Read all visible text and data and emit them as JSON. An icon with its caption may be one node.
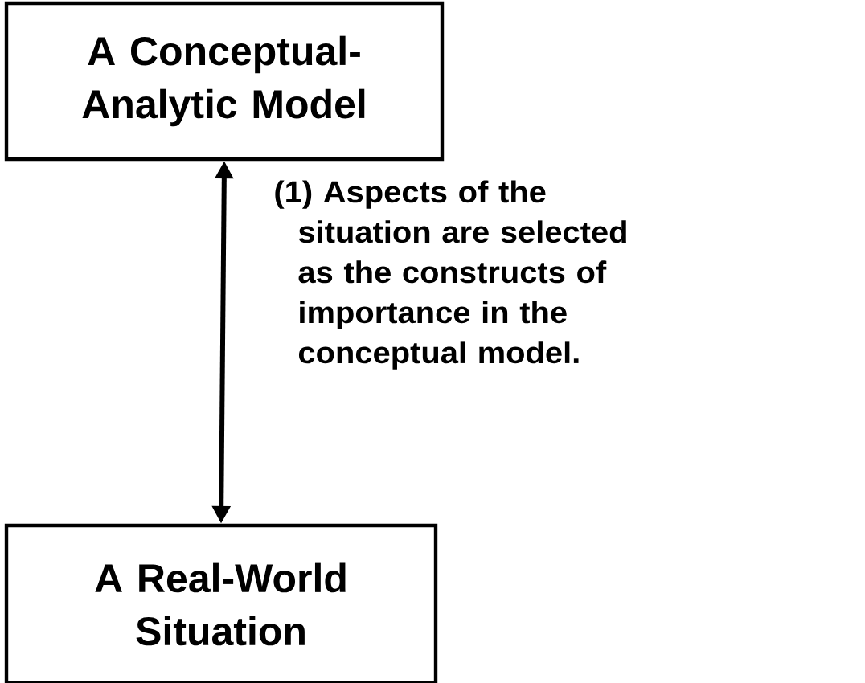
{
  "diagram": {
    "nodes": [
      {
        "text": [
          "A Conceptual-Analytic Model"
        ]
      },
      {
        "text": [
          "A Real-World Situation"
        ]
      }
    ],
    "edges": [
      {
        "from": 1,
        "to": 0,
        "arrow": "both",
        "label": "(1) Aspects of the situation are selected as the constructs of importance in the conceptual model."
      }
    ]
  }
}
